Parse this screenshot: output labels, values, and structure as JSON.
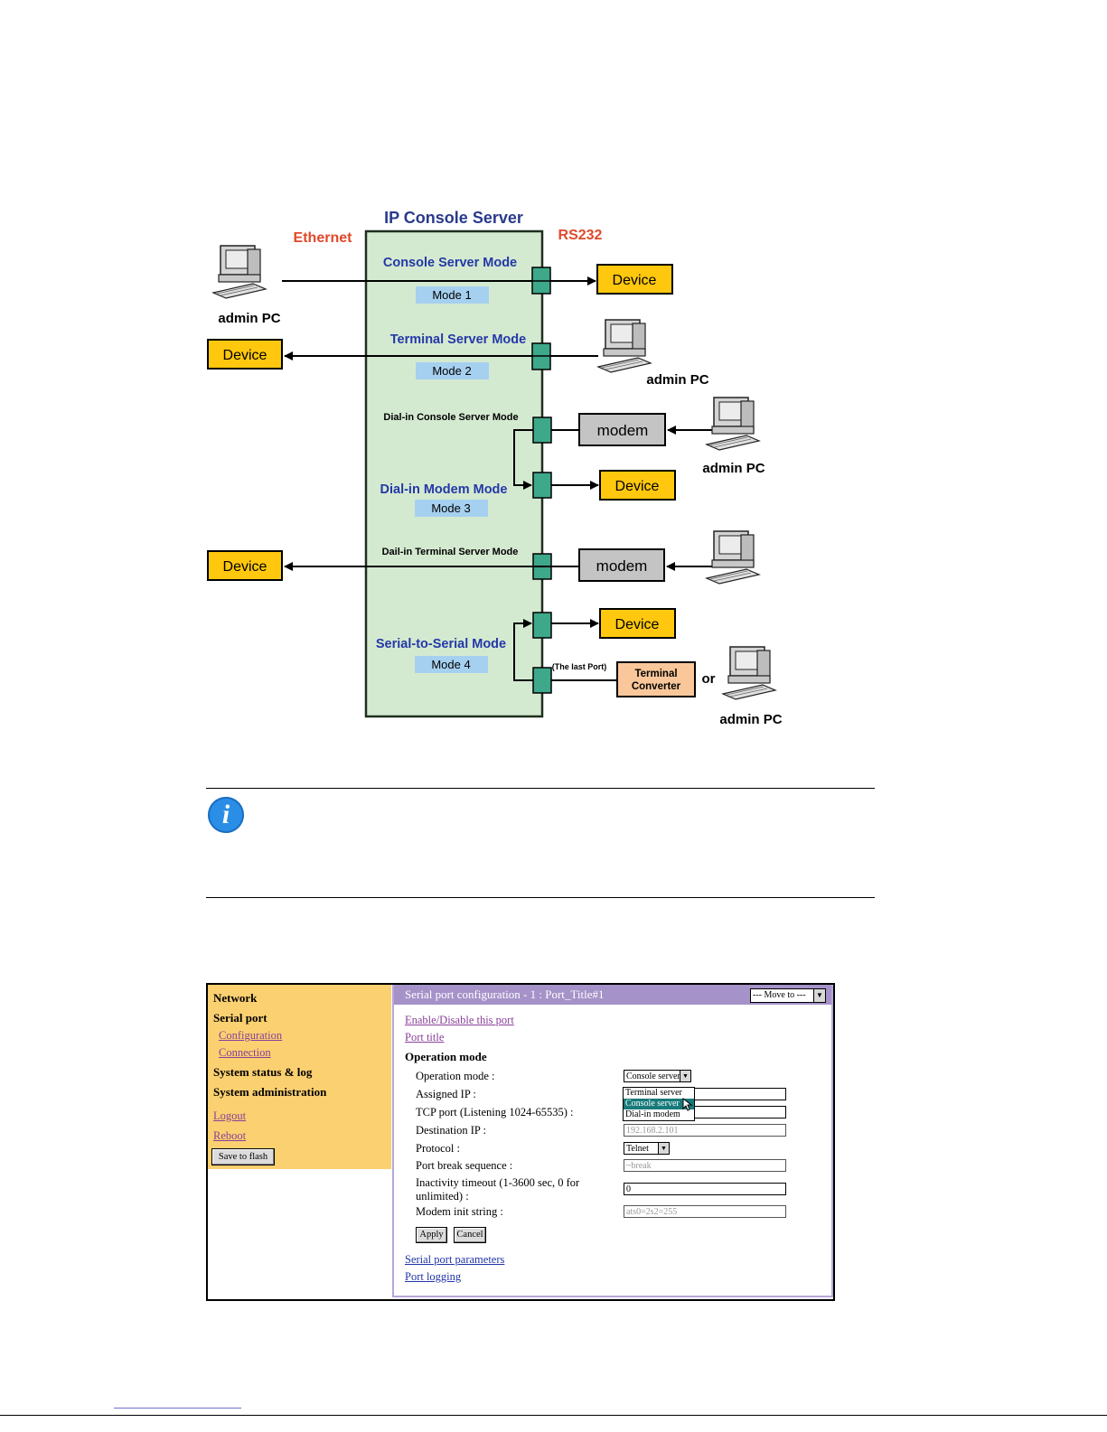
{
  "diagram": {
    "title": "IP Console Server",
    "ethernet_label": "Ethernet",
    "rs232_label": "RS232",
    "console_mode": "Console Server Mode",
    "mode1": "Mode 1",
    "terminal_mode": "Terminal Server Mode",
    "mode2": "Mode 2",
    "dialin_console": "Dial-in Console Server Mode",
    "dialin_modem": "Dial-in Modem Mode",
    "mode3": "Mode 3",
    "dialin_terminal": "Dail-in Terminal Server Mode",
    "serial_mode": "Serial-to-Serial Mode",
    "mode4": "Mode 4",
    "last_port": "(The last Port)",
    "device": "Device",
    "modem": "modem",
    "admin_pc": "admin PC",
    "terminal_converter_1": "Terminal",
    "terminal_converter_2": "Converter",
    "or": "or"
  },
  "note": {
    "icon": "info-icon"
  },
  "ui": {
    "sidebar": {
      "network": "Network",
      "serial_port": "Serial port",
      "configuration": "Configuration",
      "connection": "Connection",
      "status_log": "System status & log",
      "administration": "System administration",
      "logout": "Logout",
      "reboot": "Reboot",
      "save_flash": "Save to flash"
    },
    "title": "Serial port configuration - 1 : Port_Title#1",
    "move_to": "--- Move to ---",
    "enable_link": "Enable/Disable this port",
    "port_title_link": "Port title",
    "section_heading": "Operation mode",
    "labels": {
      "operation_mode": "Operation mode :",
      "assigned_ip": "Assigned IP :",
      "tcp_port": "TCP port (Listening 1024-65535) :",
      "destination_ip": "Destination IP :",
      "protocol": "Protocol :",
      "break_seq": "Port break sequence :",
      "inactivity_1": "Inactivity timeout (1-3600 sec, 0 for",
      "inactivity_2": "unlimited) :",
      "modem_init": "Modem init string :"
    },
    "values": {
      "operation_mode": "Console server",
      "destination_ip": "192.168.2.101",
      "protocol": "Telnet",
      "break_seq": "~break",
      "inactivity": "0",
      "modem_init": "ats0=2s2=255"
    },
    "dropdown_options": [
      "Terminal server",
      "Console server",
      "Dial-in modem"
    ],
    "apply": "Apply",
    "cancel": "Cancel",
    "serial_params_link": "Serial port parameters",
    "port_logging_link": "Port logging"
  }
}
